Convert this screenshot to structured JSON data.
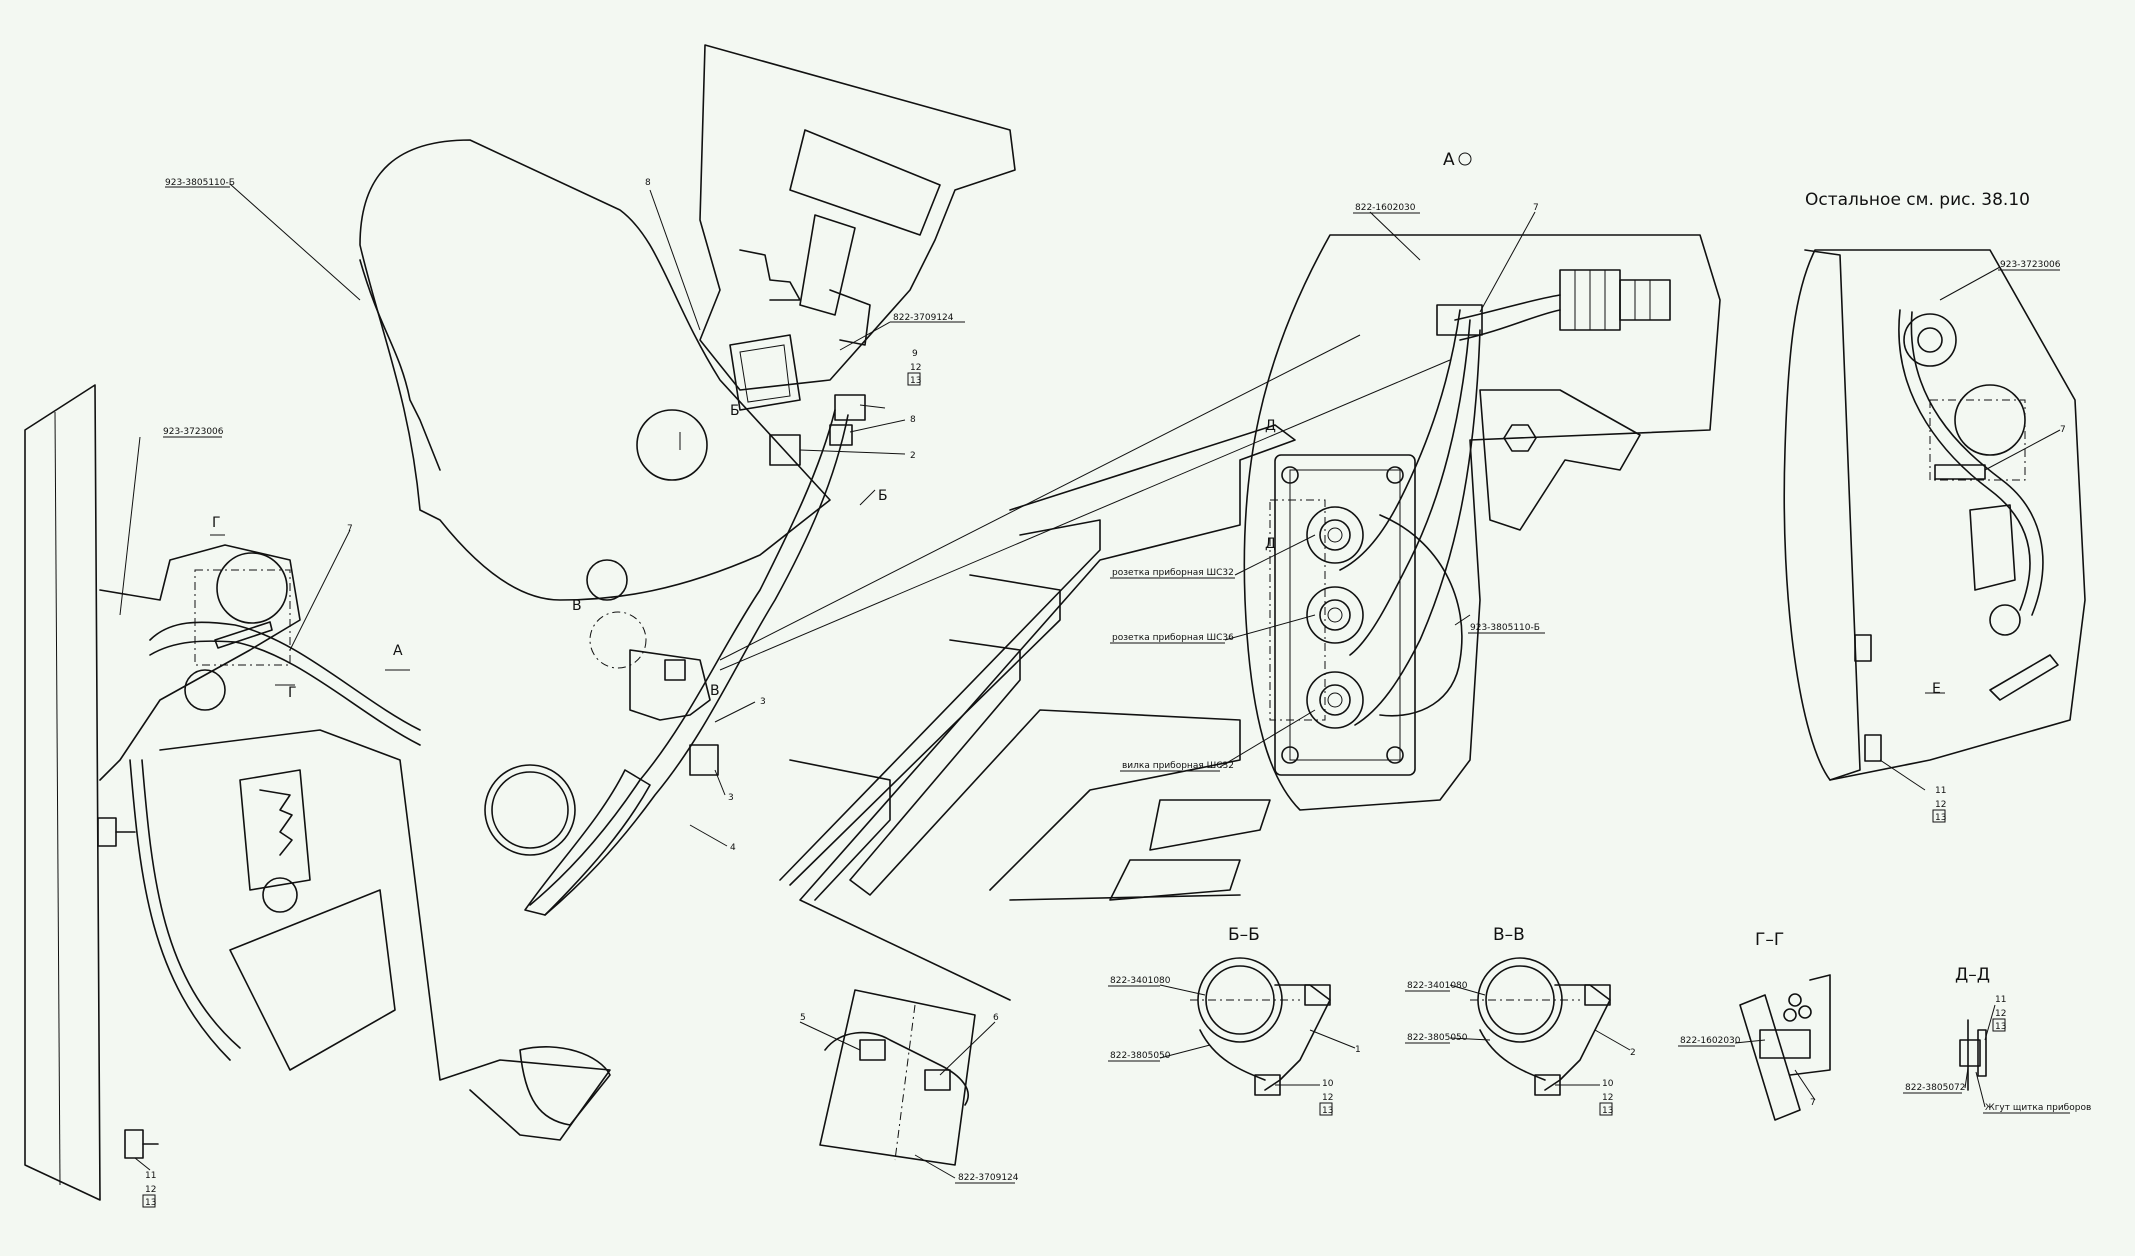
{
  "labels": {
    "view_a": "А",
    "note_rest": "Остальное см. рис.",
    "note_fig": "38.10",
    "sec_bb": "Б–Б",
    "sec_vv": "В–В",
    "sec_gg": "Г–Г",
    "sec_dd": "Д–Д",
    "sec_b": "Б",
    "sec_v": "В",
    "sec_g": "Г",
    "sec_d": "Д",
    "sec_a": "А",
    "sec_e": "Е",
    "part_923_3805110": "923-3805110-Б",
    "part_923_3723006": "923-3723006",
    "part_822_3709124": "822-3709124",
    "part_822_1602030": "822-1602030",
    "part_822_3401080": "822-3401080",
    "part_822_3805050": "822-3805050",
    "part_822_3805072": "822-3805072",
    "socket_shs32": "розетка приборная ШС32",
    "socket_shs36": "розетка приборная ШС36",
    "plug_shs32": "вилка приборная ШС32",
    "harness_shield": "Жгут щитка приборов",
    "n1": "1",
    "n2": "2",
    "n3": "3",
    "n4": "4",
    "n5": "5",
    "n6": "6",
    "n7": "7",
    "n8": "8",
    "n9": "9",
    "n10": "10",
    "n11": "11",
    "n12": "12",
    "n13": "13"
  }
}
